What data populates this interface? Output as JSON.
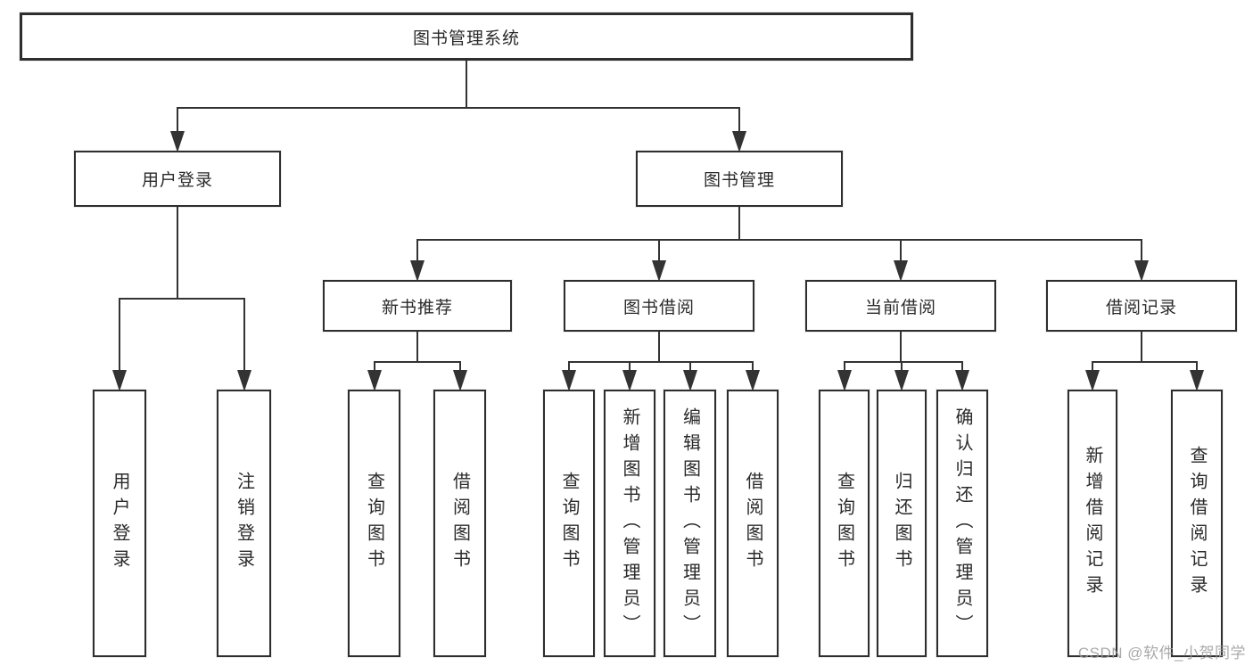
{
  "diagram": {
    "title": "图书管理系统",
    "watermark": "CSDN @软件_小贺同学",
    "colors": {
      "line": "#333333",
      "box_border": "#2e2e2e",
      "text": "#2a2a2a",
      "watermark": "#9b9b9b",
      "background": "#ffffff"
    },
    "nodes": [
      {
        "id": "root",
        "label": "图书管理系统"
      },
      {
        "id": "login",
        "label": "用户登录"
      },
      {
        "id": "mgmt",
        "label": "图书管理"
      },
      {
        "id": "newbooks",
        "label": "新书推荐"
      },
      {
        "id": "borrow",
        "label": "图书借阅"
      },
      {
        "id": "current",
        "label": "当前借阅"
      },
      {
        "id": "records",
        "label": "借阅记录"
      },
      {
        "id": "login-login",
        "label": "用户登录"
      },
      {
        "id": "login-logout",
        "label": "注销登录"
      },
      {
        "id": "nb-query",
        "label": "查询图书"
      },
      {
        "id": "nb-borrow",
        "label": "借阅图书"
      },
      {
        "id": "bw-query",
        "label": "查询图书"
      },
      {
        "id": "bw-add",
        "label": "新增图书（管理员）"
      },
      {
        "id": "bw-edit",
        "label": "编辑图书（管理员）"
      },
      {
        "id": "bw-borrow",
        "label": "借阅图书"
      },
      {
        "id": "cur-query",
        "label": "查询图书"
      },
      {
        "id": "cur-return",
        "label": "归还图书"
      },
      {
        "id": "cur-confirm",
        "label": "确认归还（管理员）"
      },
      {
        "id": "rec-add",
        "label": "新增借阅记录"
      },
      {
        "id": "rec-query",
        "label": "查询借阅记录"
      }
    ],
    "hierarchy": {
      "root": [
        "login",
        "mgmt"
      ],
      "login": [
        "login-login",
        "login-logout"
      ],
      "mgmt": [
        "newbooks",
        "borrow",
        "current",
        "records"
      ],
      "newbooks": [
        "nb-query",
        "nb-borrow"
      ],
      "borrow": [
        "bw-query",
        "bw-add",
        "bw-edit",
        "bw-borrow"
      ],
      "current": [
        "cur-query",
        "cur-return",
        "cur-confirm"
      ],
      "records": [
        "rec-add",
        "rec-query"
      ]
    }
  }
}
